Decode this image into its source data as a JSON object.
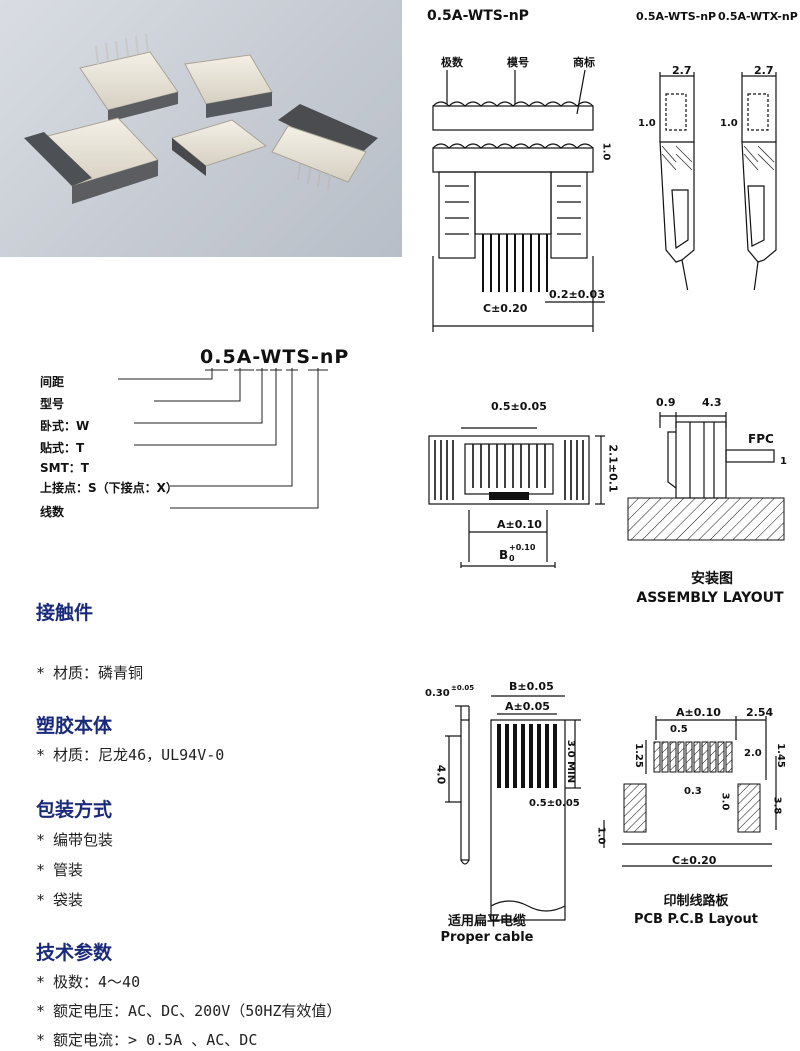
{
  "drawing_top": {
    "title": "0.5A-WTS-nP",
    "labels": [
      "极数",
      "模号",
      "商标"
    ],
    "dims": [
      "C±0.20",
      "0.2±0.03",
      "1.0"
    ]
  },
  "side_views": [
    {
      "title": "0.5A-WTS-nP",
      "dim_width": "2.7",
      "dim_height": "1.0"
    },
    {
      "title": "0.5A-WTX-nP",
      "dim_width": "2.7",
      "dim_height": "1.0"
    }
  ],
  "code": {
    "title": "0.5A-WTS-nP",
    "labels": [
      "间距",
      "型号",
      "卧式：W",
      "贴式：T",
      "SMT：T",
      "上接点：S（下接点：X）",
      "线数"
    ]
  },
  "drawing_mid": {
    "pitch": "0.5±0.05",
    "height": "2.1±0.1",
    "dim_a": "A±0.10",
    "dim_b": "B",
    "tol_b": "+0.10",
    "tol_b2": "0",
    "dim_left": "0.9",
    "dim_right": "4.3",
    "fpc": "FPC",
    "fpc_height": "1",
    "assembly_cn": "安装图",
    "assembly_en": "ASSEMBLY LAYOUT"
  },
  "drawing_cable": {
    "thick": "0.30",
    "thick_tol": "±0.05",
    "len": "4.0",
    "b": "B±0.05",
    "a": "A±0.05",
    "min": "3.0 MIN",
    "pitch": "0.5±0.05",
    "title_cn": "适用扁平电缆",
    "title_en": "Proper cable"
  },
  "drawing_pcb": {
    "a": "A±0.10",
    "right": "2.54",
    "pitch": "0.5",
    "h1": "1.25",
    "w2": "2.0",
    "h45": "1.45",
    "pad": "0.3",
    "h3": "3.0",
    "h38": "3.8",
    "h10": "1.0",
    "c": "C±0.20",
    "title_cn": "印制线路板",
    "title_en": "PCB P.C.B Layout"
  },
  "sections": [
    {
      "heading": "接触件",
      "items": [
        "材质：磷青铜"
      ]
    },
    {
      "heading": "塑胶本体",
      "items": [
        "材质：尼龙46，UL94V-0"
      ]
    },
    {
      "heading": "包装方式",
      "items": [
        "编带包装",
        "管装",
        "袋装"
      ]
    },
    {
      "heading": "技术参数",
      "items": [
        "极数：4～40",
        "额定电压：AC、DC、200V（50HZ有效值）",
        "额定电流：> 0.5A 、AC、DC"
      ]
    }
  ],
  "bullet_char": "*"
}
